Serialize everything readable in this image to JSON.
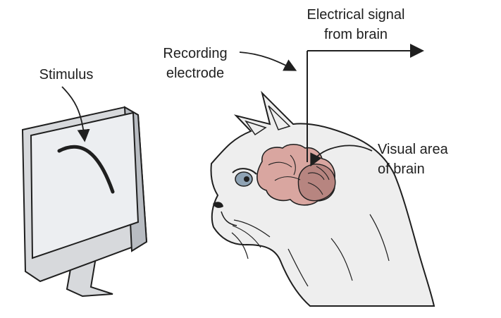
{
  "labels": {
    "stimulus": "Stimulus",
    "recording_line1": "Recording",
    "recording_line2": "electrode",
    "signal_line1": "Electrical signal",
    "signal_line2": "from brain",
    "visual_line1": "Visual area",
    "visual_line2": "of brain"
  },
  "colors": {
    "outline": "#1f1f1f",
    "monitor_body": "#d7d9dc",
    "monitor_shadow": "#b8bcc2",
    "screen": "#eceef1",
    "cat_fur": "#eeeeee",
    "brain": "#d9a6a0",
    "brain_dark": "#b78580",
    "eye": "#8fa3b4"
  }
}
